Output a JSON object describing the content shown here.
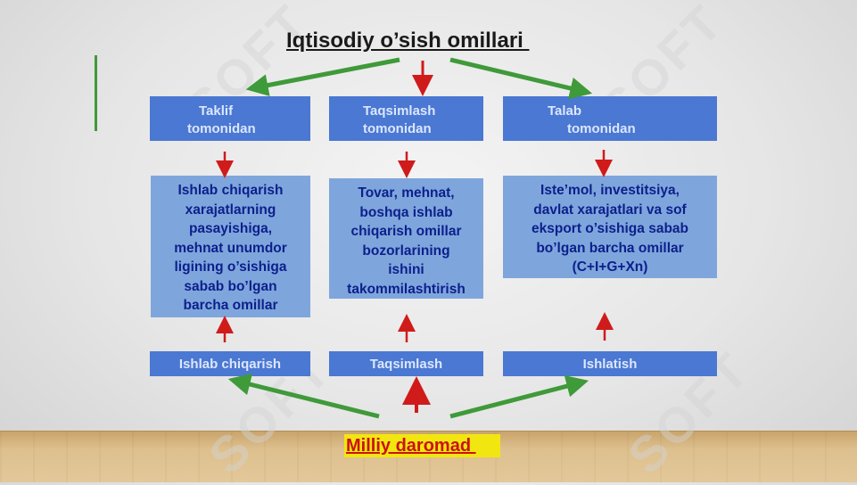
{
  "title": "Iqtisodiy o’sish omillari ",
  "headers": [
    {
      "line1": "Taklif",
      "line2": "tomonidan"
    },
    {
      "line1": "Taqsimlash",
      "line2": "tomonidan"
    },
    {
      "line1": "Talab",
      "line2": "tomonidan"
    }
  ],
  "descriptions": [
    {
      "lines": [
        "Ishlab chiqarish",
        "xarajatlarning",
        "pasayishiga,",
        "mehnat unumdor",
        "ligining o’sishiga",
        "sabab bo’lgan",
        "barcha omillar "
      ]
    },
    {
      "lines": [
        "Tovar, mehnat,",
        "boshqa ishlab",
        "chiqarish omillar",
        "bozorlarining",
        "ishini",
        "takommilashtirish"
      ]
    },
    {
      "lines": [
        "Iste’mol, investitsiya,",
        "davlat xarajatlari va sof",
        "eksport o’sishiga sabab",
        "bo’lgan barcha omillar ",
        "(C+I+G+Xn)"
      ]
    }
  ],
  "bottoms": [
    "Ishlab chiqarish",
    "Taqsimlash",
    "Ishlatish"
  ],
  "national_income": "Milliy daromad ",
  "colors": {
    "header_blue": "#4a78d2",
    "desc_blue": "#7fa6dc",
    "arrow_red": "#d01b1b",
    "arrow_green": "#3f9a3a",
    "highlight_yellow": "#f2e611"
  }
}
